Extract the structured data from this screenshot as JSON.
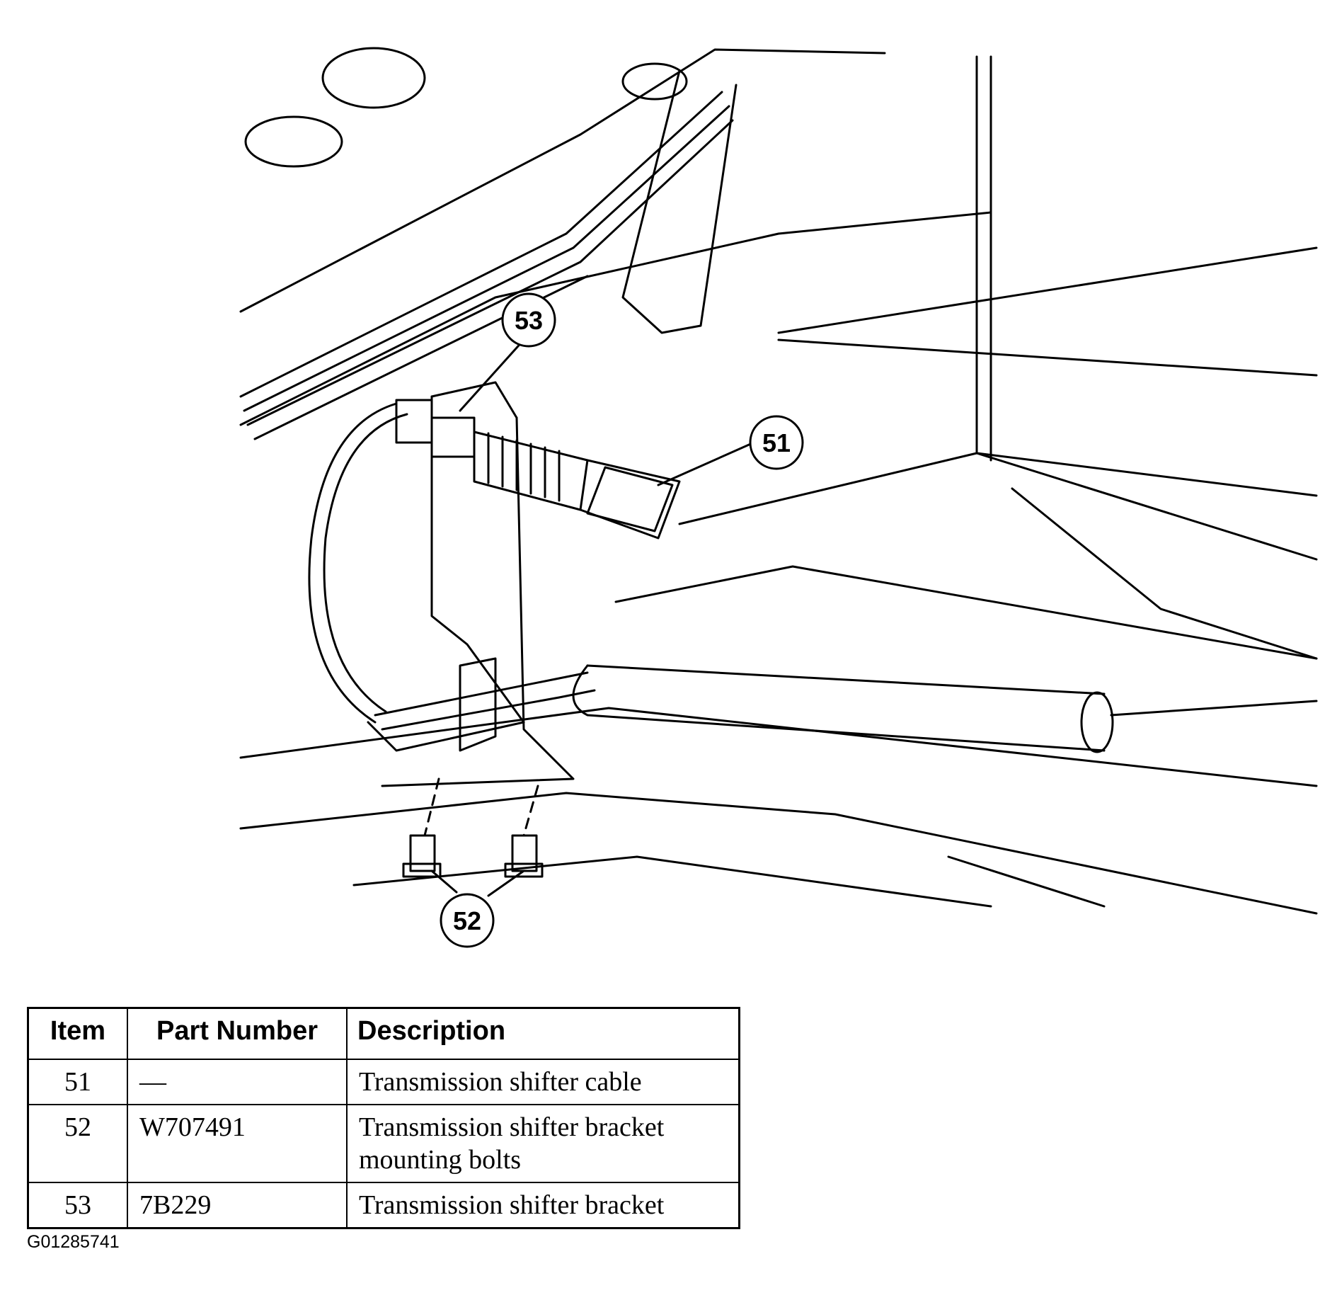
{
  "callouts": [
    {
      "id": "53",
      "label": "53"
    },
    {
      "id": "51",
      "label": "51"
    },
    {
      "id": "52",
      "label": "52"
    }
  ],
  "table": {
    "headers": {
      "item": "Item",
      "part_number": "Part Number",
      "description": "Description"
    },
    "rows": [
      {
        "item": "51",
        "part_number": "—",
        "description": "Transmission shifter cable"
      },
      {
        "item": "52",
        "part_number": "W707491",
        "description": "Transmission shifter bracket mounting bolts"
      },
      {
        "item": "53",
        "part_number": "7B229",
        "description": "Transmission shifter bracket"
      }
    ]
  },
  "figure_id": "G01285741"
}
